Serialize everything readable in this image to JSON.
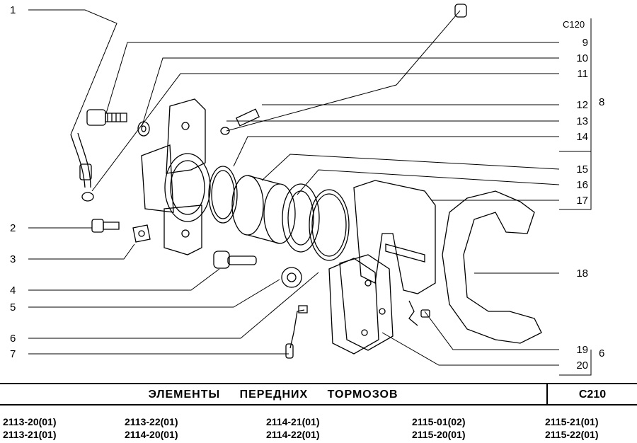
{
  "left_callouts": [
    {
      "id": "1",
      "label": "1"
    },
    {
      "id": "2",
      "label": "2"
    },
    {
      "id": "3",
      "label": "3"
    },
    {
      "id": "4",
      "label": "4"
    },
    {
      "id": "5",
      "label": "5"
    },
    {
      "id": "6",
      "label": "6"
    },
    {
      "id": "7",
      "label": "7"
    }
  ],
  "right_callouts": [
    {
      "id": "ref",
      "label": "C120"
    },
    {
      "id": "9",
      "label": "9"
    },
    {
      "id": "10",
      "label": "10"
    },
    {
      "id": "11",
      "label": "11"
    },
    {
      "id": "12",
      "label": "12"
    },
    {
      "id": "13",
      "label": "13"
    },
    {
      "id": "14",
      "label": "14"
    },
    {
      "id": "15",
      "label": "15"
    },
    {
      "id": "16",
      "label": "16"
    },
    {
      "id": "17",
      "label": "17"
    },
    {
      "id": "18",
      "label": "18"
    },
    {
      "id": "19",
      "label": "19"
    },
    {
      "id": "20",
      "label": "20"
    }
  ],
  "groups": {
    "upper": "8",
    "lower": "6"
  },
  "title": "ЭЛЕМЕНТЫ ПЕРЕДНИХ ТОРМОЗОВ",
  "page_code": "C210",
  "models": [
    [
      "2113-20(01)",
      "2113-21(01)"
    ],
    [
      "2113-22(01)",
      "2114-20(01)"
    ],
    [
      "2114-21(01)",
      "2114-22(01)"
    ],
    [
      "2115-01(02)",
      "2115-20(01)"
    ],
    [
      "2115-21(01)",
      "2115-22(01)"
    ]
  ]
}
